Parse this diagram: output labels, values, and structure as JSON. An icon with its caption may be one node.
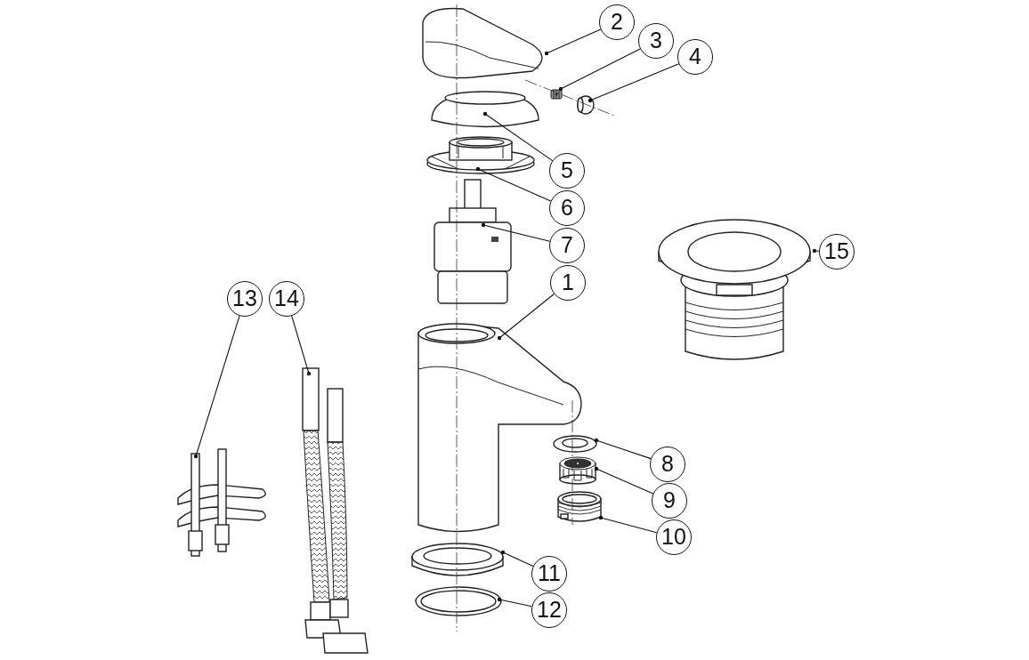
{
  "diagram": {
    "nodes": [
      {
        "text": [
          "1"
        ]
      },
      {
        "text": [
          "2"
        ]
      },
      {
        "text": [
          "3"
        ]
      },
      {
        "text": [
          "4"
        ]
      },
      {
        "text": [
          "5"
        ]
      },
      {
        "text": [
          "6"
        ]
      },
      {
        "text": [
          "7"
        ]
      },
      {
        "text": [
          "8"
        ]
      },
      {
        "text": [
          "9"
        ]
      },
      {
        "text": [
          "10"
        ]
      },
      {
        "text": [
          "11"
        ]
      },
      {
        "text": [
          "12"
        ]
      },
      {
        "text": [
          "13"
        ]
      },
      {
        "text": [
          "14"
        ]
      },
      {
        "text": [
          "15"
        ]
      },
      {
        "text": [],
        "shape": "picture"
      },
      {
        "text": [],
        "shape": "picture"
      },
      {
        "text": [],
        "shape": "picture"
      },
      {
        "text": [],
        "shape": "picture"
      },
      {
        "text": [],
        "shape": "picture"
      },
      {
        "text": [],
        "shape": "picture"
      },
      {
        "text": [],
        "shape": "picture"
      },
      {
        "text": [],
        "shape": "picture"
      },
      {
        "text": [],
        "shape": "picture"
      },
      {
        "text": [],
        "shape": "picture"
      },
      {
        "text": [],
        "shape": "picture"
      },
      {
        "text": [],
        "shape": "picture"
      },
      {
        "text": [],
        "shape": "picture"
      },
      {
        "text": [],
        "shape": "picture"
      },
      {
        "text": [],
        "shape": "picture"
      }
    ],
    "edges": [
      {
        "from": 0,
        "to": 15,
        "arrow": "other"
      },
      {
        "from": 1,
        "to": 16,
        "arrow": "other"
      },
      {
        "from": 2,
        "to": 17,
        "arrow": "other"
      },
      {
        "from": 3,
        "to": 18,
        "arrow": "other"
      },
      {
        "from": 4,
        "to": 19,
        "arrow": "other"
      },
      {
        "from": 5,
        "to": 20,
        "arrow": "other"
      },
      {
        "from": 6,
        "to": 21,
        "arrow": "other"
      },
      {
        "from": 7,
        "to": 22,
        "arrow": "other"
      },
      {
        "from": 8,
        "to": 23,
        "arrow": "other"
      },
      {
        "from": 9,
        "to": 24,
        "arrow": "other"
      },
      {
        "from": 10,
        "to": 25,
        "arrow": "other"
      },
      {
        "from": 11,
        "to": 26,
        "arrow": "other"
      },
      {
        "from": 12,
        "to": 27,
        "arrow": "other"
      },
      {
        "from": 13,
        "to": 28,
        "arrow": "other"
      },
      {
        "from": 14,
        "to": 29,
        "arrow": "other"
      }
    ]
  }
}
